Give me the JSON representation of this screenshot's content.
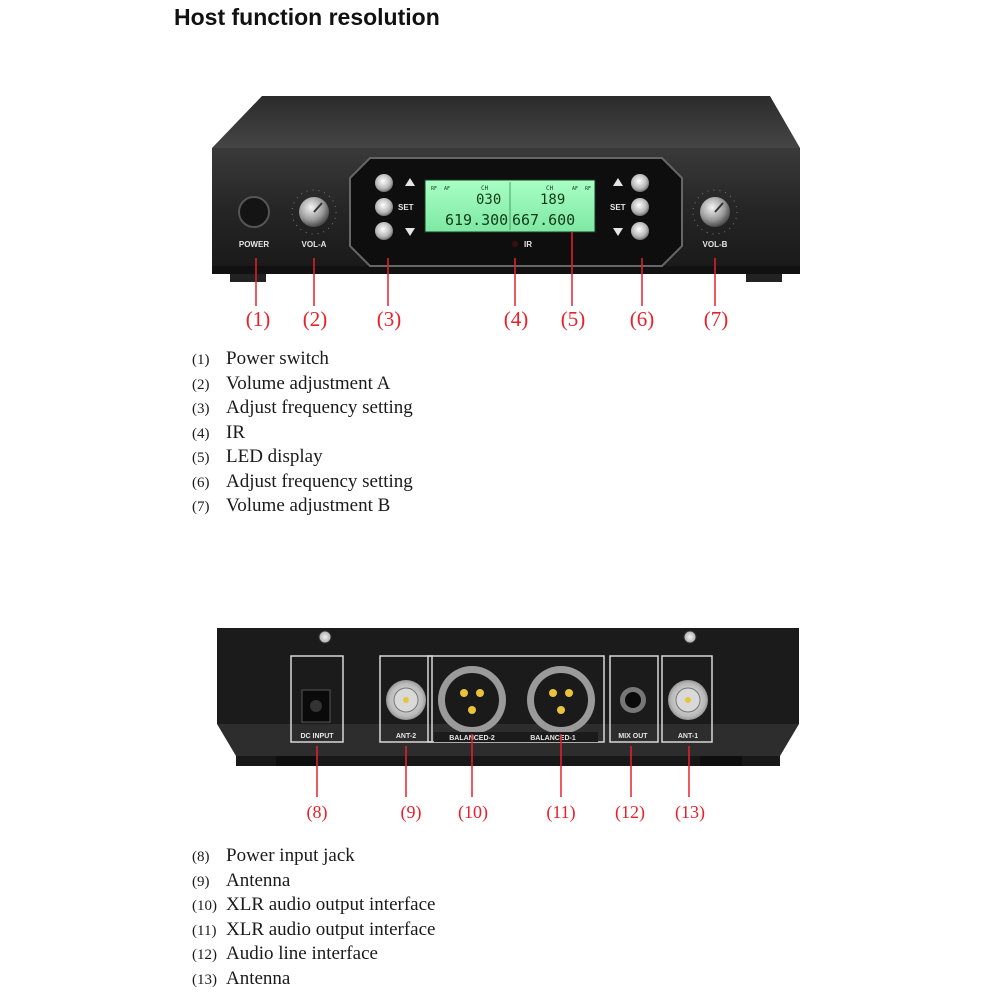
{
  "title": "Host function resolution",
  "front": {
    "labels": {
      "power": "POWER",
      "vol_a": "VOL-A",
      "vol_b": "VOL-B",
      "set_left": "SET",
      "set_right": "SET",
      "ir": "IR"
    },
    "lcd": {
      "ch_label_a": "CH",
      "ch_a": "030",
      "freq_a": "619.300",
      "ch_label_b": "CH",
      "ch_b": "189",
      "freq_b": "667.600",
      "rf_left": "RF",
      "af_left": "AF",
      "af_right": "AF",
      "rf_right": "RF"
    },
    "callouts": [
      "(1)",
      "(2)",
      "(3)",
      "(4)",
      "(5)",
      "(6)",
      "(7)"
    ],
    "legend": [
      {
        "num": "(1)",
        "text": "Power switch"
      },
      {
        "num": "(2)",
        "text": "Volume adjustment A"
      },
      {
        "num": "(3)",
        "text": "Adjust frequency setting"
      },
      {
        "num": "(4)",
        "text": "IR"
      },
      {
        "num": "(5)",
        "text": "LED display"
      },
      {
        "num": "(6)",
        "text": "Adjust frequency setting"
      },
      {
        "num": "(7)",
        "text": "Volume adjustment B"
      }
    ]
  },
  "back": {
    "labels": {
      "dc_input": "DC INPUT",
      "ant_2": "ANT-2",
      "balanced_2": "BALANCED-2",
      "balanced_1": "BALANCED-1",
      "mix_out": "MIX OUT",
      "ant_1": "ANT-1"
    },
    "callouts": [
      "(8)",
      "(9)",
      "(10)",
      "(11)",
      "(12)",
      "(13)"
    ],
    "legend": [
      {
        "num": "(8)",
        "text": "Power input jack"
      },
      {
        "num": "(9)",
        "text": "Antenna"
      },
      {
        "num": "(10)",
        "text": "XLR audio output interface"
      },
      {
        "num": "(11)",
        "text": "XLR audio output interface"
      },
      {
        "num": "(12)",
        "text": "Audio line interface"
      },
      {
        "num": "(13)",
        "text": "Antenna"
      }
    ]
  },
  "colors": {
    "callout": "#e8202a",
    "lcd": "#8ff0b0",
    "chassis": "#2a2a2a"
  }
}
